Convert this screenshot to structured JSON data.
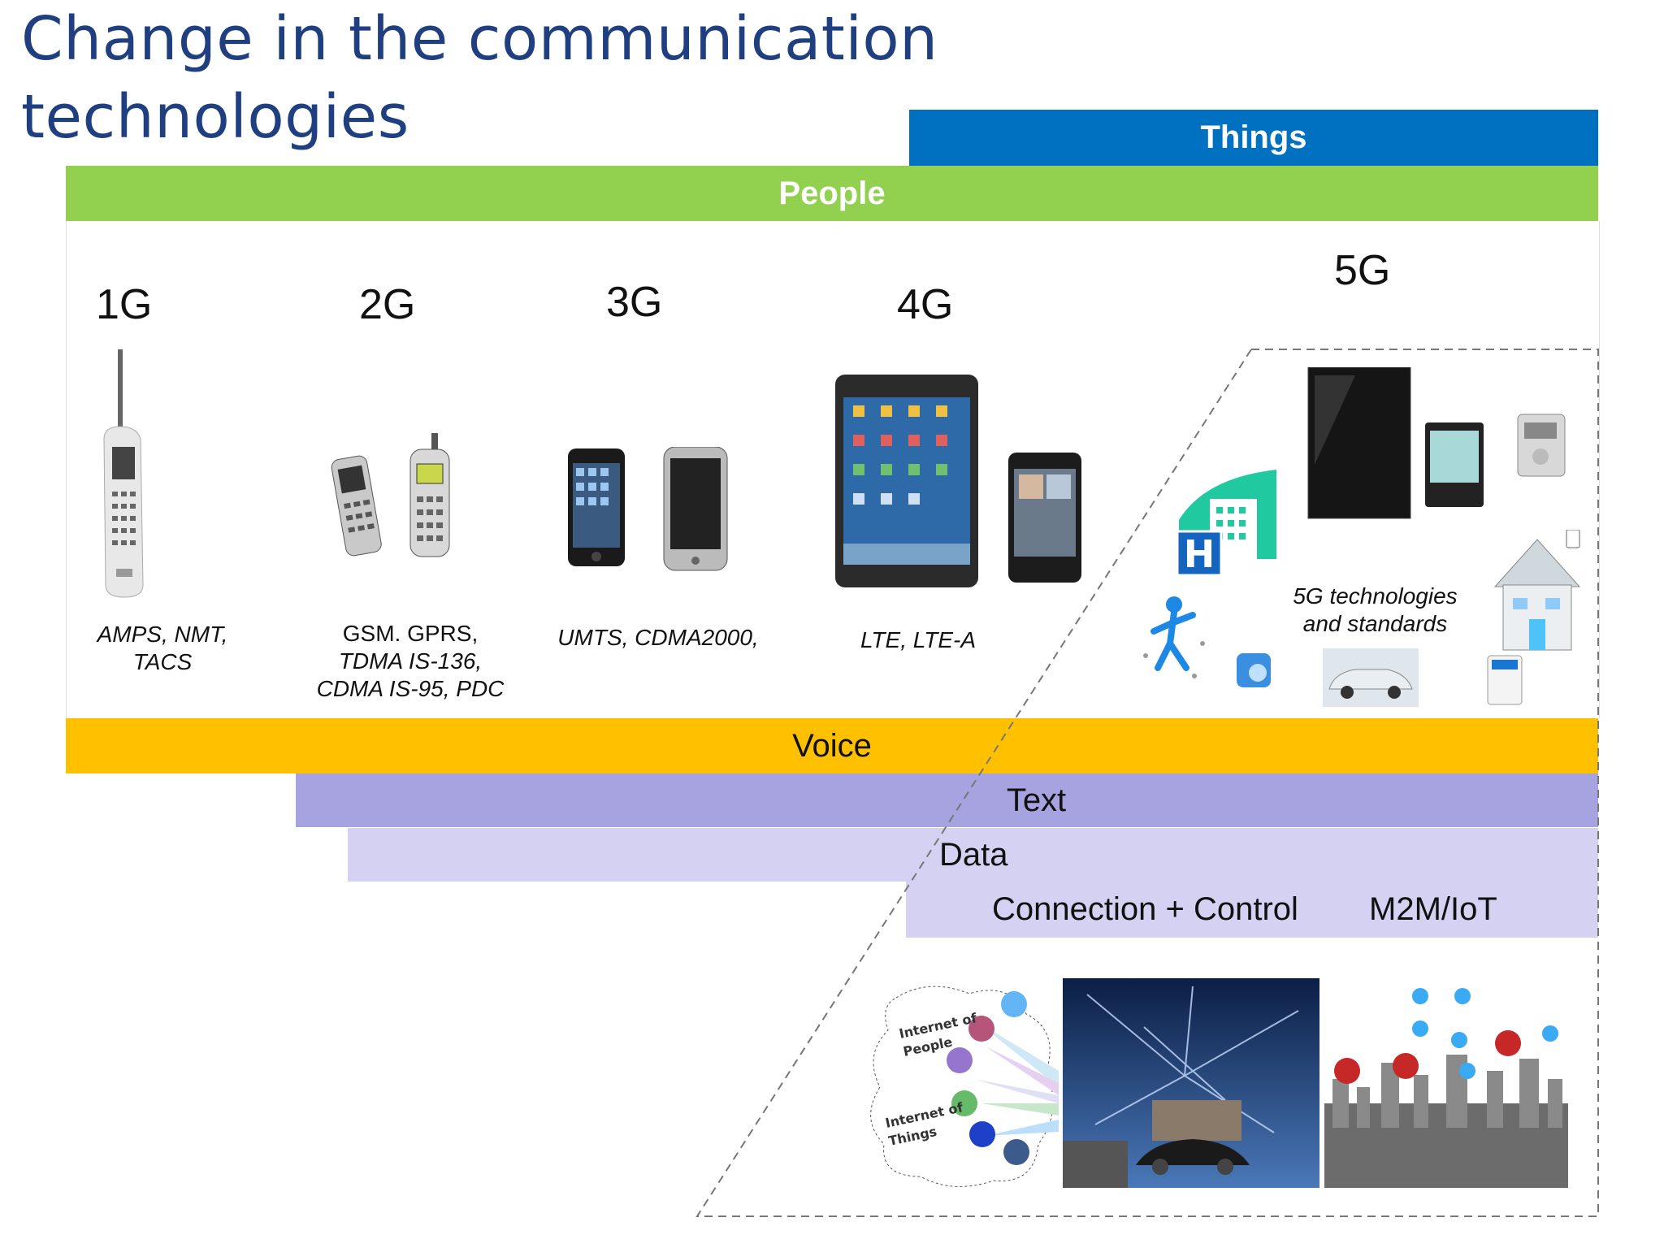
{
  "title": {
    "line1": "Change in the communication",
    "line2": "technologies"
  },
  "bands": {
    "things": "Things",
    "people": "People",
    "voice": "Voice",
    "text": "Text",
    "data": "Data",
    "connection": "Connection + Control",
    "m2m": "M2M/IoT"
  },
  "generations": [
    {
      "label": "1G",
      "standards": [
        "AMPS, NMT,",
        "TACS"
      ]
    },
    {
      "label": "2G",
      "standards_plain": "GSM. GPRS,",
      "standards": [
        "TDMA IS-136,",
        "CDMA IS-95, PDC"
      ]
    },
    {
      "label": "3G",
      "standards": [
        "UMTS, CDMA2000,"
      ]
    },
    {
      "label": "4G",
      "standards": [
        "LTE, LTE-A"
      ]
    },
    {
      "label": "5G",
      "standards": [
        "5G technologies",
        "and standards"
      ]
    }
  ],
  "iot_cloud": {
    "people": [
      "Internet of",
      "People"
    ],
    "things": [
      "Internet of",
      "Things"
    ]
  },
  "colors": {
    "title": "#1f3f80",
    "things": "#0070c0",
    "people": "#92d050",
    "voice": "#ffc000",
    "text": "#a6a3e0",
    "data": "#d4d1f2"
  }
}
